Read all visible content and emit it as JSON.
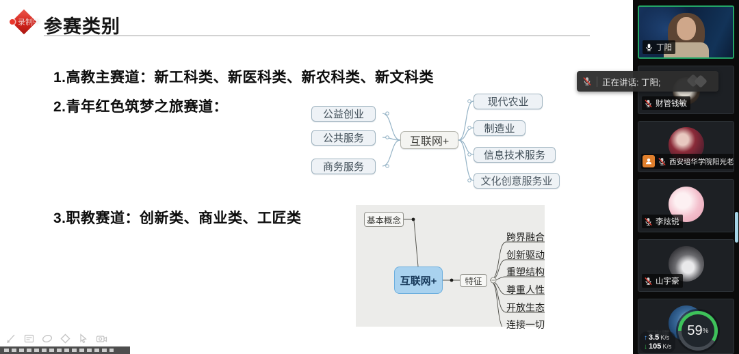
{
  "recording_badge": {
    "label": "录制中"
  },
  "slide": {
    "title": "参赛类别",
    "bullets": [
      "1.高教主赛道：新工科类、新医科类、新农科类、新文科类",
      "2.青年红色筑梦之旅赛道：",
      "3.职教赛道：创新类、商业类、工匠类"
    ],
    "mindmap_industries": {
      "center": "互联网+",
      "left_nodes": [
        "公益创业",
        "公共服务",
        "商务服务"
      ],
      "right_nodes": [
        "现代农业",
        "制造业",
        "信息技术服务",
        "文化创意服务业"
      ]
    },
    "mindmap_features": {
      "concept_node": "基本概念",
      "center": "互联网+",
      "branch_node": "特征",
      "feature_nodes": [
        "跨界融合",
        "创新驱动",
        "重塑结构",
        "尊重人性",
        "开放生态",
        "连接一切"
      ]
    }
  },
  "speaking_toast": {
    "text": "正在讲话: 丁阳;"
  },
  "participants": [
    {
      "name": "丁阳",
      "muted": false,
      "speaking": true
    },
    {
      "name": "财管钱敏",
      "muted": true
    },
    {
      "name": "西安培华学院阳光老师",
      "muted": true
    },
    {
      "name": "李炫锐",
      "muted": true
    },
    {
      "name": "山宇豪",
      "muted": true
    },
    {
      "name": "万珈娜",
      "muted": true
    }
  ],
  "network_overlay": {
    "upload_speed": "3.5",
    "upload_unit": "K/s",
    "download_speed": "105",
    "download_unit": "K/s",
    "performance_percent": "59",
    "percent_sign": "%"
  },
  "colors": {
    "accent_red": "#d7241c",
    "active_speaker_green": "#23a566",
    "badge_orange": "#e07f2c",
    "upload_blue": "#4da3ff",
    "download_green": "#35c24d",
    "gauge_green": "#3ec25a",
    "mindmap_blue_fill": "#a9d2ef"
  }
}
